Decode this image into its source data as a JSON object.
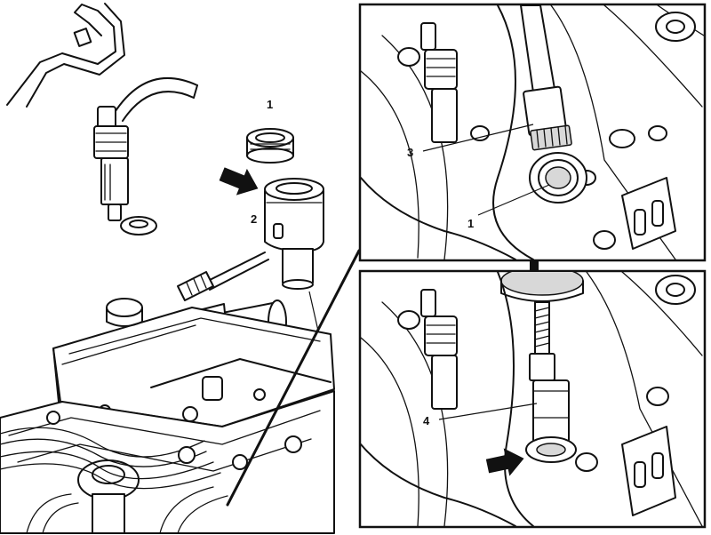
{
  "callouts": {
    "left_ring": "1",
    "left_sleeve": "2",
    "top_tool": "3",
    "top_ring": "1",
    "bottom_tool": "4"
  },
  "colors": {
    "line": "#111111",
    "background": "#ffffff",
    "shade": "#d8d8d8"
  },
  "icons": {
    "pointer": "arrow-right-icon"
  }
}
